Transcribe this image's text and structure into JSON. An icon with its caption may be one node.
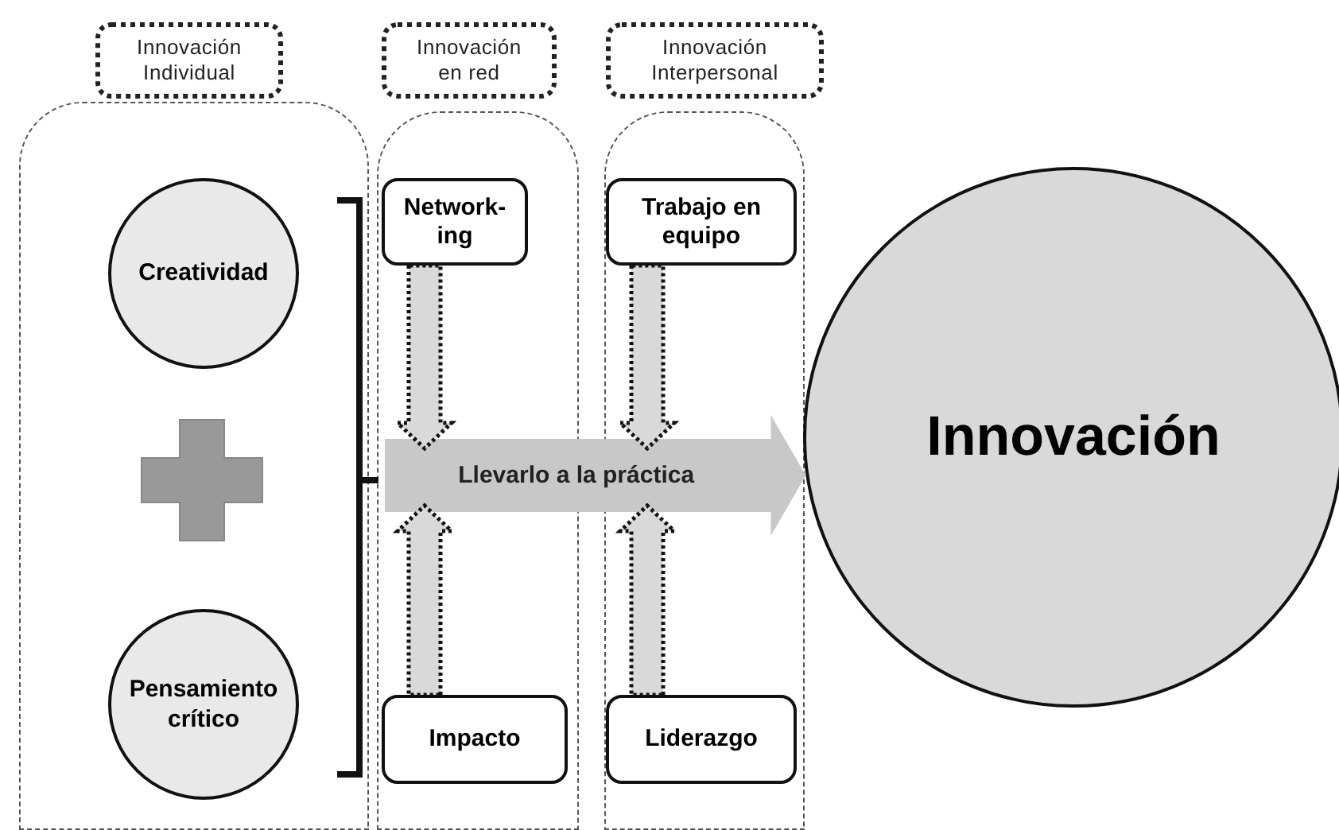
{
  "diagram": {
    "nodes": [
      {
        "text": [
          "Innovación Individual"
        ]
      },
      {
        "text": [
          "Innovación en red"
        ]
      },
      {
        "text": [
          "Innovación Interpersonal"
        ]
      },
      {
        "text": [],
        "shape": "box"
      },
      {
        "text": [
          "Creatividad"
        ],
        "in": 3
      },
      {
        "text": [
          "Pensamiento crítico"
        ],
        "in": 3
      },
      {
        "text": [],
        "shape": "box"
      },
      {
        "text": [
          "Network- ing"
        ],
        "in": 6
      },
      {
        "text": [
          "Impacto"
        ],
        "in": 6
      },
      {
        "text": [],
        "shape": "box"
      },
      {
        "text": [
          "Trabajo en equipo"
        ],
        "in": 9
      },
      {
        "text": [
          "Liderazgo"
        ],
        "in": 9
      },
      {
        "text": [
          "Innovación"
        ]
      }
    ],
    "edges": [
      {
        "from": null,
        "to": 12,
        "arrow": "to",
        "label": "Llevarlo a la práctica",
        "style": "thick"
      },
      {
        "from": 7,
        "to": null,
        "arrow": "to",
        "style": "dashed"
      },
      {
        "from": 8,
        "to": null,
        "arrow": "to",
        "style": "dashed"
      },
      {
        "from": 10,
        "to": null,
        "arrow": "to",
        "style": "dashed"
      },
      {
        "from": 11,
        "to": null,
        "arrow": "to",
        "style": "dashed"
      }
    ]
  }
}
